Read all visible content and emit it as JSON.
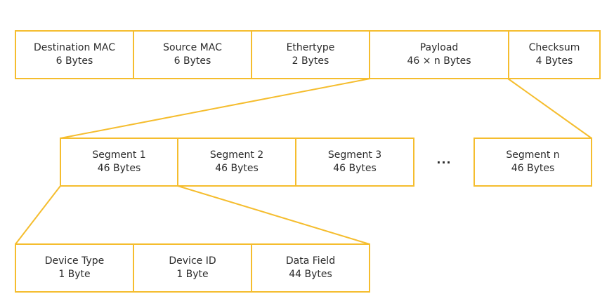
{
  "colors": {
    "accent": "#f5bd2e",
    "text": "#2b2b2b"
  },
  "frame": {
    "fields": [
      {
        "name": "Destination MAC",
        "size": "6 Bytes"
      },
      {
        "name": "Source MAC",
        "size": "6 Bytes"
      },
      {
        "name": "Ethertype",
        "size": "2 Bytes"
      },
      {
        "name": "Payload",
        "size": "46 × n Bytes"
      },
      {
        "name": "Checksum",
        "size": "4 Bytes"
      }
    ]
  },
  "payload": {
    "segments": [
      {
        "name": "Segment 1",
        "size": "46 Bytes"
      },
      {
        "name": "Segment 2",
        "size": "46 Bytes"
      },
      {
        "name": "Segment 3",
        "size": "46 Bytes"
      }
    ],
    "ellipsis": "...",
    "last_segment": {
      "name": "Segment n",
      "size": "46 Bytes"
    }
  },
  "segment": {
    "fields": [
      {
        "name": "Device Type",
        "size": "1 Byte"
      },
      {
        "name": "Device ID",
        "size": "1 Byte"
      },
      {
        "name": "Data Field",
        "size": "44 Bytes"
      }
    ]
  }
}
